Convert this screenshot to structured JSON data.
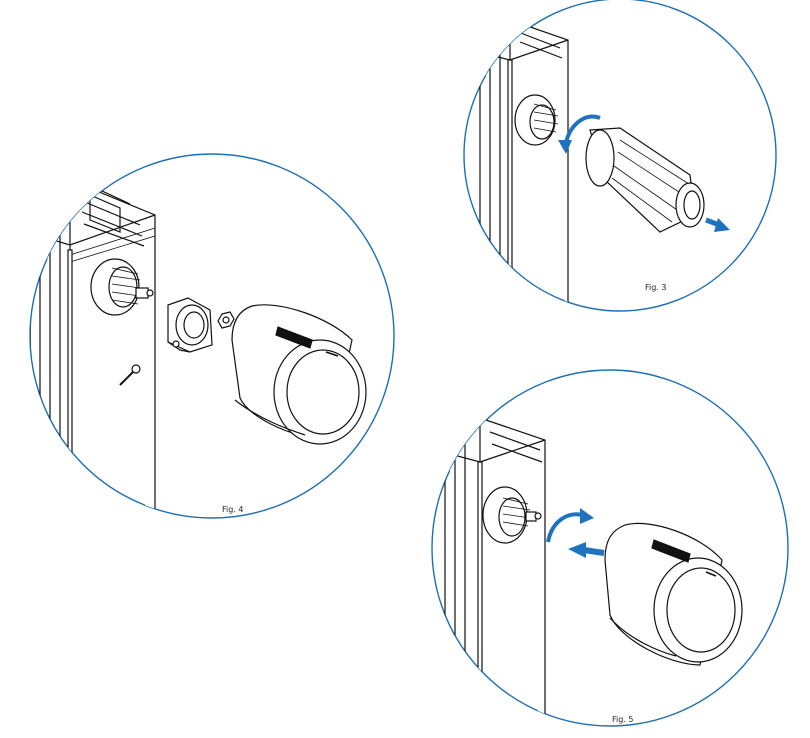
{
  "figures": [
    {
      "label": "Fig. 3"
    },
    {
      "label": "Fig. 4"
    },
    {
      "label": "Fig. 5"
    }
  ],
  "colors": {
    "circle": "#1d6fb5",
    "arrow": "#1e73be",
    "line": "#111111",
    "background": "#ffffff"
  }
}
